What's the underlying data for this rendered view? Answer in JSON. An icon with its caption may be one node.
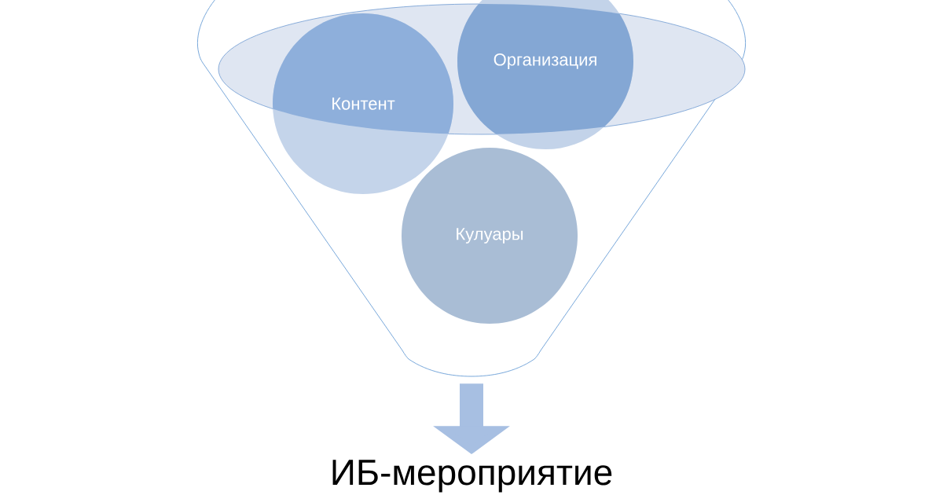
{
  "diagram": {
    "nodes": [
      {
        "text": [],
        "shape": "funnel"
      },
      {
        "text": [
          "Контент"
        ],
        "in": 0
      },
      {
        "text": [
          "Организация"
        ],
        "in": 0
      },
      {
        "text": [
          "Кулуары"
        ],
        "in": 0
      },
      {
        "text": [
          "ИБ-мероприятие"
        ]
      }
    ],
    "edges": [
      {
        "from": 0,
        "to": 4,
        "arrow": "to"
      }
    ]
  }
}
